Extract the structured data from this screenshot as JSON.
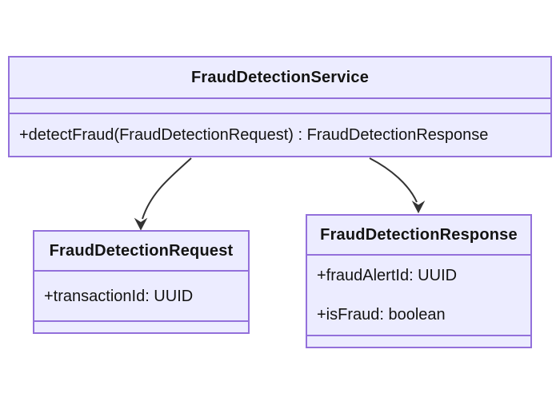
{
  "diagram": {
    "type": "uml-class-diagram",
    "colors": {
      "node_fill": "#ECECFF",
      "node_border": "#9370DB",
      "text": "#131313",
      "arrow": "#333333",
      "background": "#FFFFFF"
    },
    "classes": [
      {
        "name": "FraudDetectionService",
        "attributes": [],
        "methods": [
          "+detectFraud(FraudDetectionRequest) : FraudDetectionResponse"
        ]
      },
      {
        "name": "FraudDetectionRequest",
        "attributes": [
          "+transactionId: UUID"
        ],
        "methods": []
      },
      {
        "name": "FraudDetectionResponse",
        "attributes": [
          "+fraudAlertId: UUID",
          "+isFraud: boolean"
        ],
        "methods": []
      }
    ],
    "edges": [
      {
        "from": "FraudDetectionService",
        "to": "FraudDetectionRequest",
        "style": "solid-curved",
        "arrowhead": "open-v"
      },
      {
        "from": "FraudDetectionService",
        "to": "FraudDetectionResponse",
        "style": "solid-curved",
        "arrowhead": "open-v"
      }
    ]
  }
}
